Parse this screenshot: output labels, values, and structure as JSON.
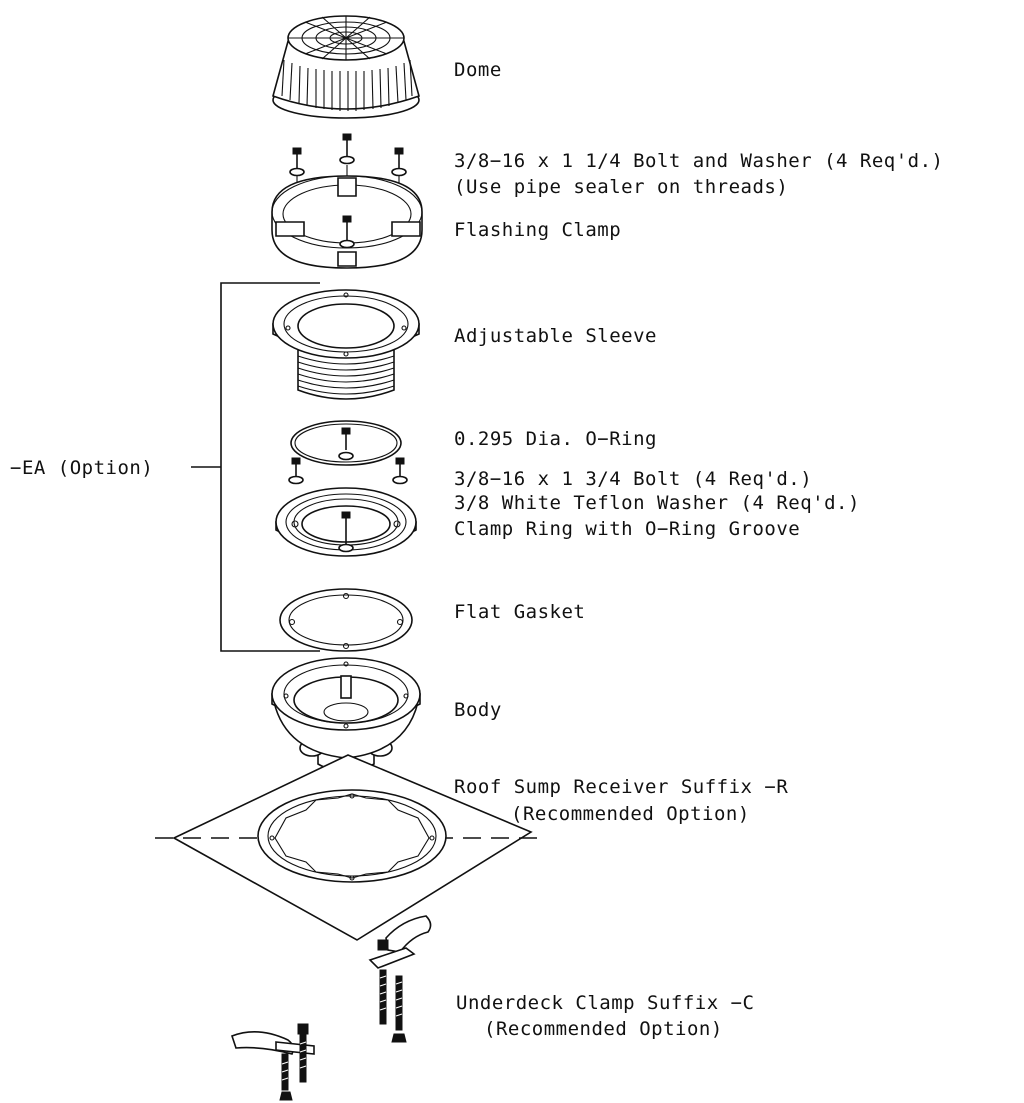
{
  "diagram": {
    "labels": {
      "dome": "Dome",
      "bolt_washer": "3/8−16 x 1 1/4 Bolt and Washer (4 Req'd.)",
      "pipe_sealer": "(Use pipe sealer on threads)",
      "flashing_clamp": "Flashing Clamp",
      "adjustable_sleeve": "Adjustable Sleeve",
      "o_ring": "0.295 Dia. O−Ring",
      "bolt_long": "3/8−16 x 1 3/4 Bolt (4 Req'd.)",
      "teflon_washer": "3/8 White Teflon Washer (4 Req'd.)",
      "clamp_ring": "Clamp Ring with O−Ring Groove",
      "flat_gasket": "Flat Gasket",
      "body": "Body",
      "sump_receiver": "Roof Sump Receiver  Suffix −R",
      "sump_receiver_note": "(Recommended Option)",
      "underdeck_clamp": "Underdeck Clamp  Suffix −C",
      "underdeck_clamp_note": "(Recommended Option)",
      "ea_option": "−EA  (Option)"
    }
  }
}
